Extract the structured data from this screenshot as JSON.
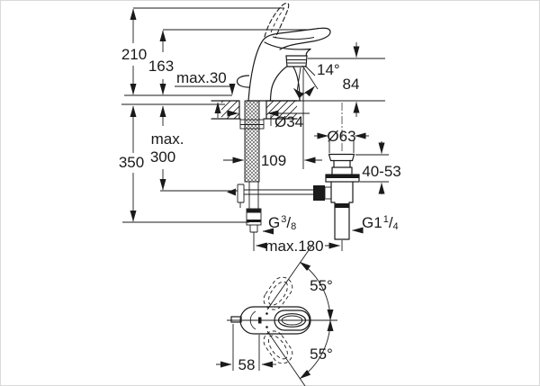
{
  "title": "Faucet installation dimension drawing",
  "drawing_type": "technical-dimension-diagram",
  "product": "single-lever basin mixer with pop-up waste set",
  "colors": {
    "line": "#1a1a1a",
    "background": "#ffffff",
    "frame": "#d9d9d9"
  },
  "views": {
    "side_view": "side elevation with mounting and connection dimensions",
    "top_view": "top view with spout swivel range"
  },
  "dimensions": {
    "total_height": "210",
    "spout_top_height": "163",
    "max_deck_thickness": "max.30",
    "spout_angle": "14°",
    "outlet_height": "84",
    "mounting_hole_diameter": "Ø34",
    "max_rod_line1": "max.",
    "max_rod_line2": "300",
    "hose_length": "350",
    "spout_reach": "109",
    "waste_flange_diameter": "Ø63",
    "basin_thickness_range": "40-53",
    "supply_thread_g": "G",
    "supply_thread_num": "3",
    "supply_thread_slash": "/",
    "supply_thread_den": "8",
    "waste_thread_g": "G1",
    "waste_thread_num": "1",
    "waste_thread_slash": "/",
    "waste_thread_den": "4",
    "max_projection": "max.180",
    "swivel_angle_upper": "55°",
    "swivel_angle_lower": "55°",
    "handle_overhang": "58"
  }
}
